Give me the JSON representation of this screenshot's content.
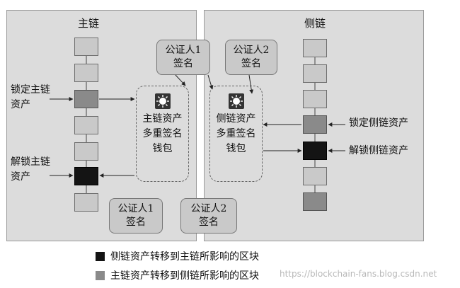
{
  "panels": {
    "main_title": "主链",
    "side_title": "侧链"
  },
  "notaries": {
    "top_left": [
      "公证人1",
      "签名"
    ],
    "top_right": [
      "公证人2",
      "签名"
    ],
    "bottom_left": [
      "公证人1",
      "签名"
    ],
    "bottom_right": [
      "公证人2",
      "签名"
    ]
  },
  "wallets": {
    "main": [
      "主链资产",
      "多重签名",
      "钱包"
    ],
    "side": [
      "侧链资产",
      "多重签名",
      "钱包"
    ]
  },
  "labels": {
    "lock_main": [
      "锁定主链",
      "资产"
    ],
    "unlock_main": [
      "解锁主链",
      "资产"
    ],
    "lock_side": "锁定侧链资产",
    "unlock_side": "解锁侧链资产"
  },
  "legend": [
    {
      "text": "侧链资产转移到主链所影响的区块",
      "color": "#141414"
    },
    {
      "text": "主链资产转移到侧链所影响的区块",
      "color": "#8a8a8a"
    }
  ],
  "watermark": "https://blockchain-fans.blog.csdn.net",
  "colors": {
    "panel": "#dcdcdc",
    "block": "#c9c9c9",
    "lock_block": "#8a8a8a",
    "unlock_block": "#141414"
  }
}
